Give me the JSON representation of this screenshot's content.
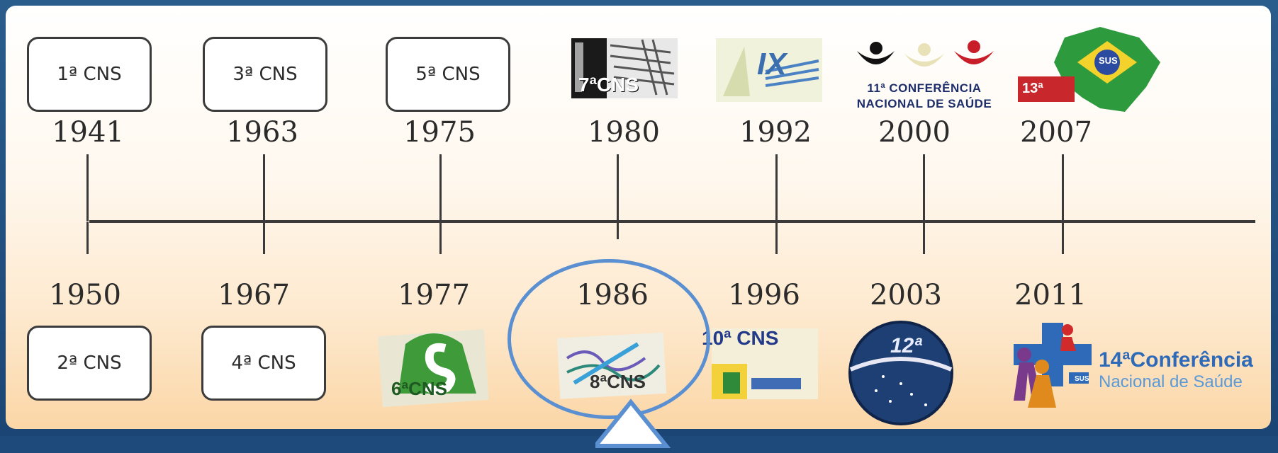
{
  "timeline": {
    "top": [
      {
        "year": "1941",
        "label": "1ª CNS",
        "kind": "box"
      },
      {
        "year": "1963",
        "label": "3ª CNS",
        "kind": "box"
      },
      {
        "year": "1975",
        "label": "5ª CNS",
        "kind": "box"
      },
      {
        "year": "1980",
        "label": "7ªCNS",
        "kind": "logo"
      },
      {
        "year": "1992",
        "label": "IX",
        "kind": "logo"
      },
      {
        "year": "2000",
        "label": "11ª CONFERÊNCIA NACIONAL DE SAÚDE",
        "kind": "logo"
      },
      {
        "year": "2007",
        "label": "13ª",
        "kind": "logo",
        "badge": "SUS"
      }
    ],
    "bottom": [
      {
        "year": "1950",
        "label": "2ª CNS",
        "kind": "box"
      },
      {
        "year": "1967",
        "label": "4ª CNS",
        "kind": "box"
      },
      {
        "year": "1977",
        "label": "6ªCNS",
        "kind": "logo"
      },
      {
        "year": "1986",
        "label": "8ªCNS",
        "kind": "logo"
      },
      {
        "year": "1996",
        "label": "10ª CNS",
        "kind": "logo"
      },
      {
        "year": "2003",
        "label": "12ª",
        "kind": "logo"
      },
      {
        "year": "2011",
        "label": "14ªConferência",
        "label2": "Nacional de Saúde",
        "kind": "logo",
        "badge": "SUS"
      }
    ]
  },
  "colors": {
    "axis": "#3a3a3a",
    "highlight": "#5a8fd1",
    "frame": "#1d4a7a"
  }
}
